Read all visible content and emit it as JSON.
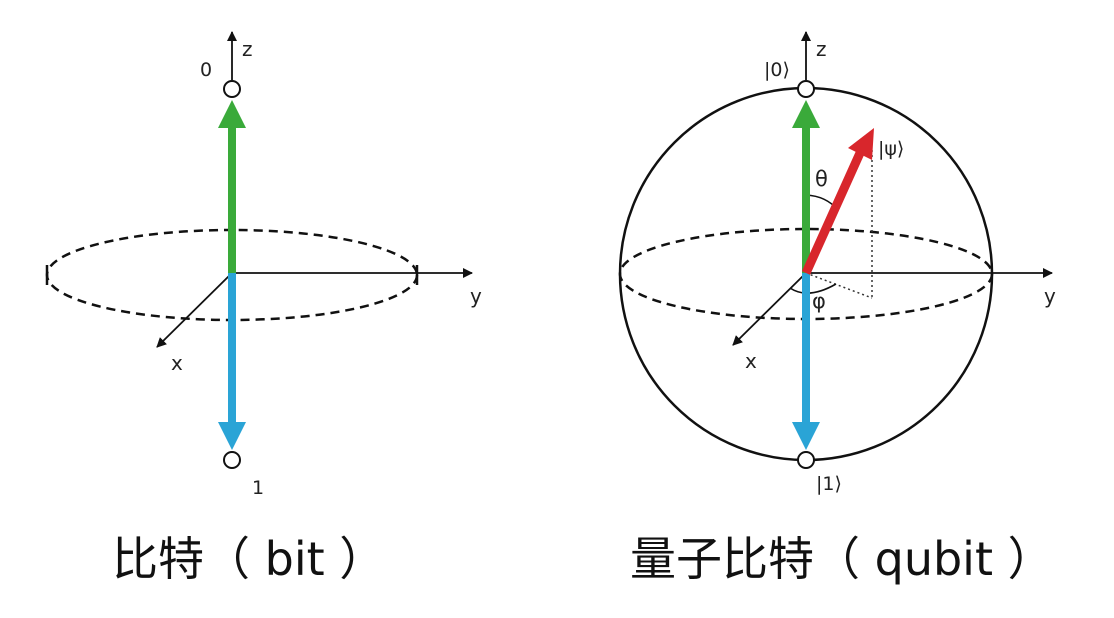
{
  "bit_diagram": {
    "axis_z": "z",
    "axis_x": "x",
    "axis_y": "y",
    "state_zero": "0",
    "state_one": "1",
    "caption": "比特（ bit ）"
  },
  "qubit_diagram": {
    "axis_z": "z",
    "axis_x": "x",
    "axis_y": "y",
    "state_zero": "|0⟩",
    "state_one": "|1⟩",
    "state_psi": "|ψ⟩",
    "theta": "θ",
    "phi": "φ",
    "caption": "量子比特（ qubit ）"
  },
  "colors": {
    "zero_arrow": "#3aaa3a",
    "one_arrow": "#2aa4d6",
    "psi_arrow": "#d8262c",
    "line": "#111111"
  }
}
